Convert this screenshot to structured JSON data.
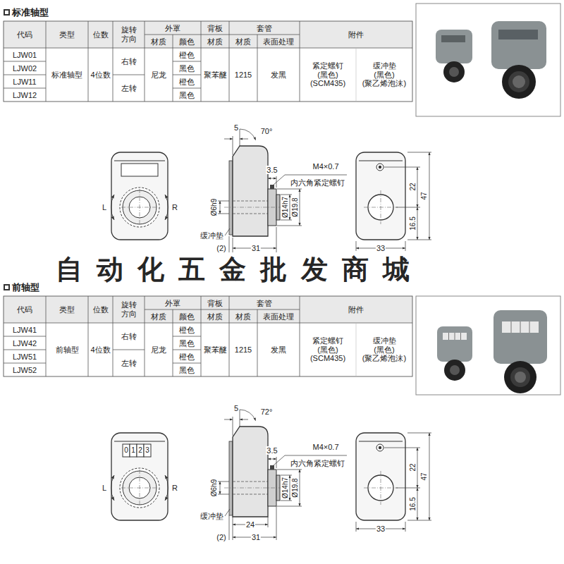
{
  "diagram": {
    "labels": [
      "标准轴型",
      "代码",
      "类型",
      "位数",
      "旋转 方向",
      "外罩",
      "背板",
      "套管",
      "附件",
      "材质",
      "颜色",
      "材质",
      "材质",
      "表面处理",
      "LJW01",
      "标准轴型",
      "4位数",
      "右转",
      "尼龙",
      "橙色",
      "聚苯醚",
      "1215",
      "发黑",
      "紧定螺钉 (黑色) (SCM435)",
      "缓冲垫 (黑色) (聚乙烯泡沫)",
      "LJW02",
      "黑色",
      "LJW11",
      "左转",
      "橙色",
      "LJW12",
      "黑色",
      "L",
      "R",
      "5",
      "70°",
      "3.5",
      "M4×0.7",
      "内六角紧定螺钉",
      "Ø6h9",
      "Ø14h7",
      "Ø19.8",
      "缓冲垫",
      "(2)",
      "31",
      "22",
      "47",
      "16.5",
      "33",
      "自动化五金批发商城",
      "前轴型",
      "代码",
      "类型",
      "位数",
      "旋转 方向",
      "外罩",
      "背板",
      "套管",
      "附件",
      "材质",
      "颜色",
      "材质",
      "材质",
      "表面处理",
      "LJW41",
      "前轴型",
      "4位数",
      "右转",
      "尼龙",
      "橙色",
      "聚苯醚",
      "1215",
      "发黑",
      "紧定螺钉 (黑色) (SCM435)",
      "缓冲垫 (黑色) (聚乙烯泡沫)",
      "LJW42",
      "黑色",
      "LJW51",
      "左转",
      "橙色",
      "LJW52",
      "黑色",
      "0",
      "1",
      "2",
      "3",
      "L",
      "R",
      "5",
      "72°",
      "3.5",
      "M4×0.7",
      "内六角紧定螺钉",
      "Ø6h9",
      "Ø14h7",
      "Ø19.8",
      "缓冲垫",
      "24",
      "(2)",
      "31",
      "22",
      "47",
      "16.5",
      "33"
    ]
  }
}
